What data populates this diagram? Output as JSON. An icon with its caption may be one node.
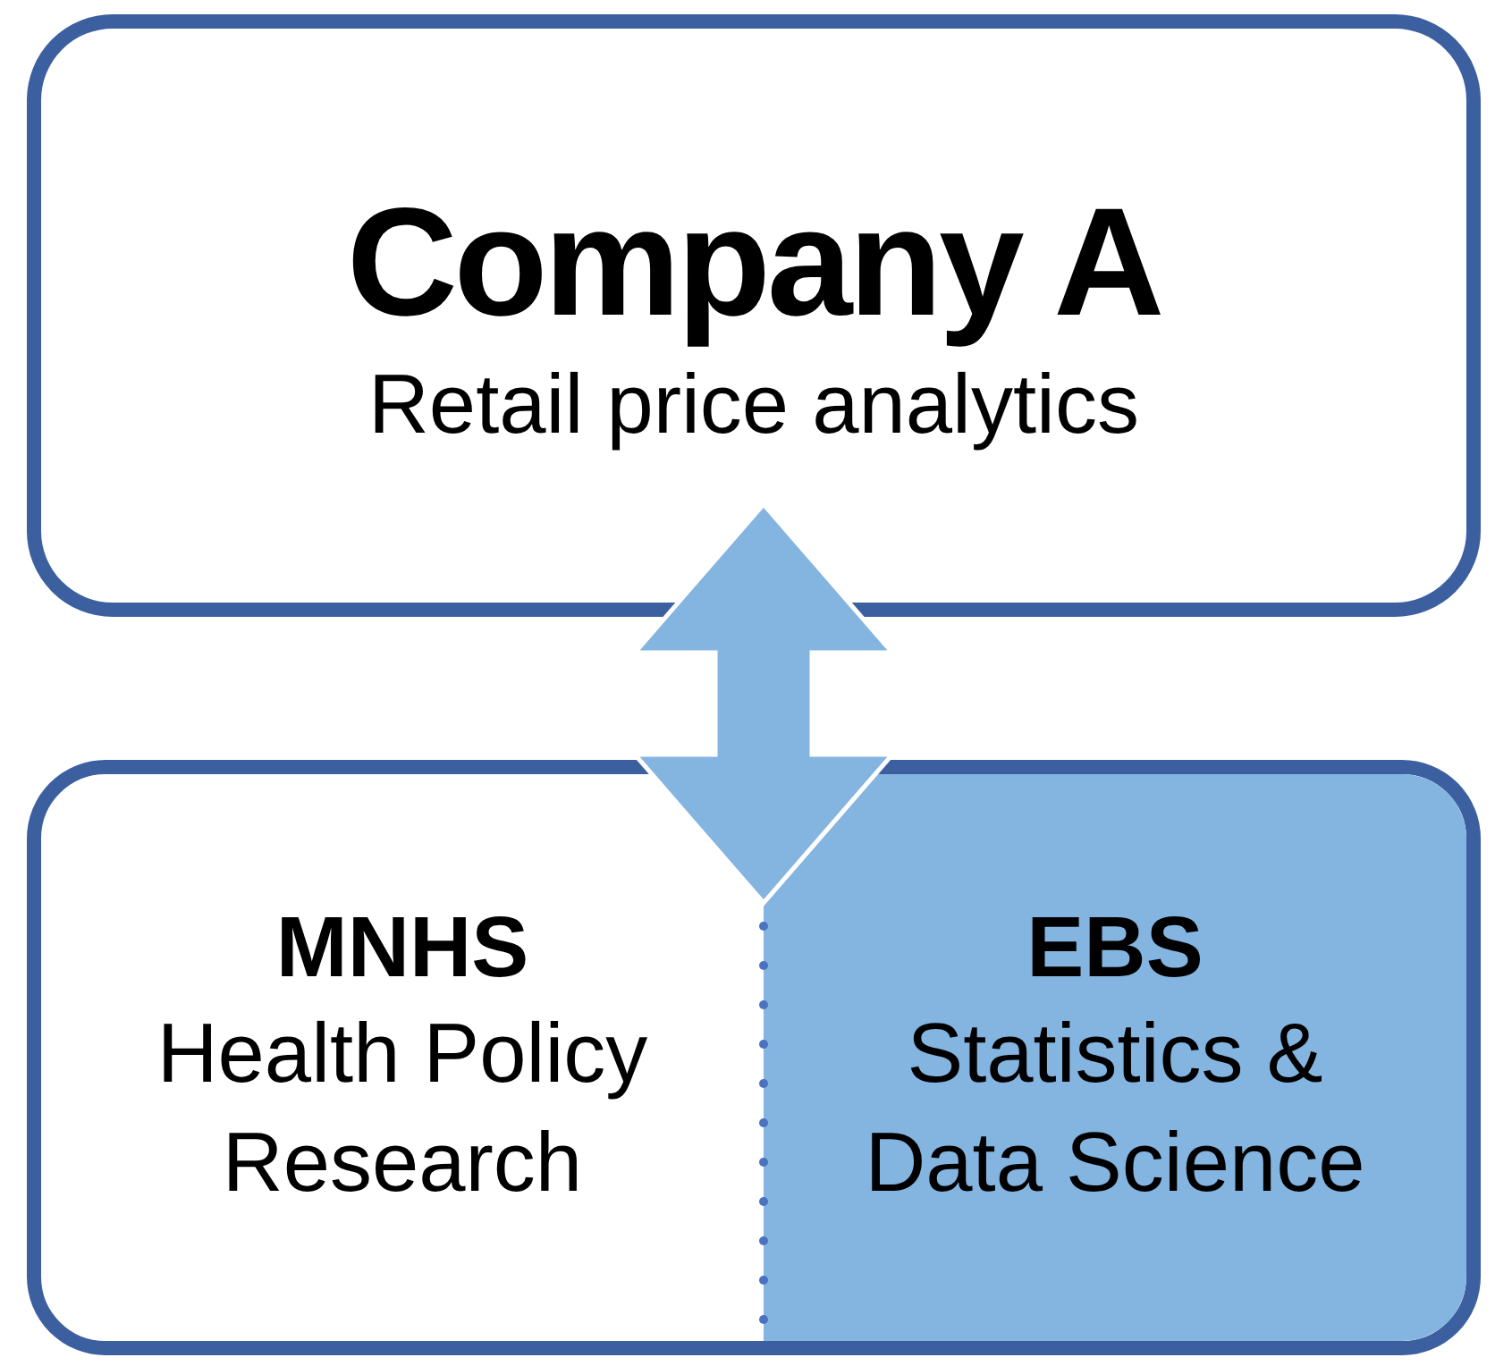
{
  "diagram": {
    "nodes": [
      {
        "text": [
          "Company A",
          "Retail price analytics"
        ]
      },
      {
        "text": [],
        "shape": "box"
      },
      {
        "text": [
          "MNHS",
          "Health Policy Research"
        ],
        "in": 1
      },
      {
        "text": [
          "EBS",
          "Statistics & Data Science"
        ],
        "in": 1
      }
    ],
    "edges": [
      {
        "from": 0,
        "to": 1,
        "arrow": "both"
      }
    ]
  }
}
